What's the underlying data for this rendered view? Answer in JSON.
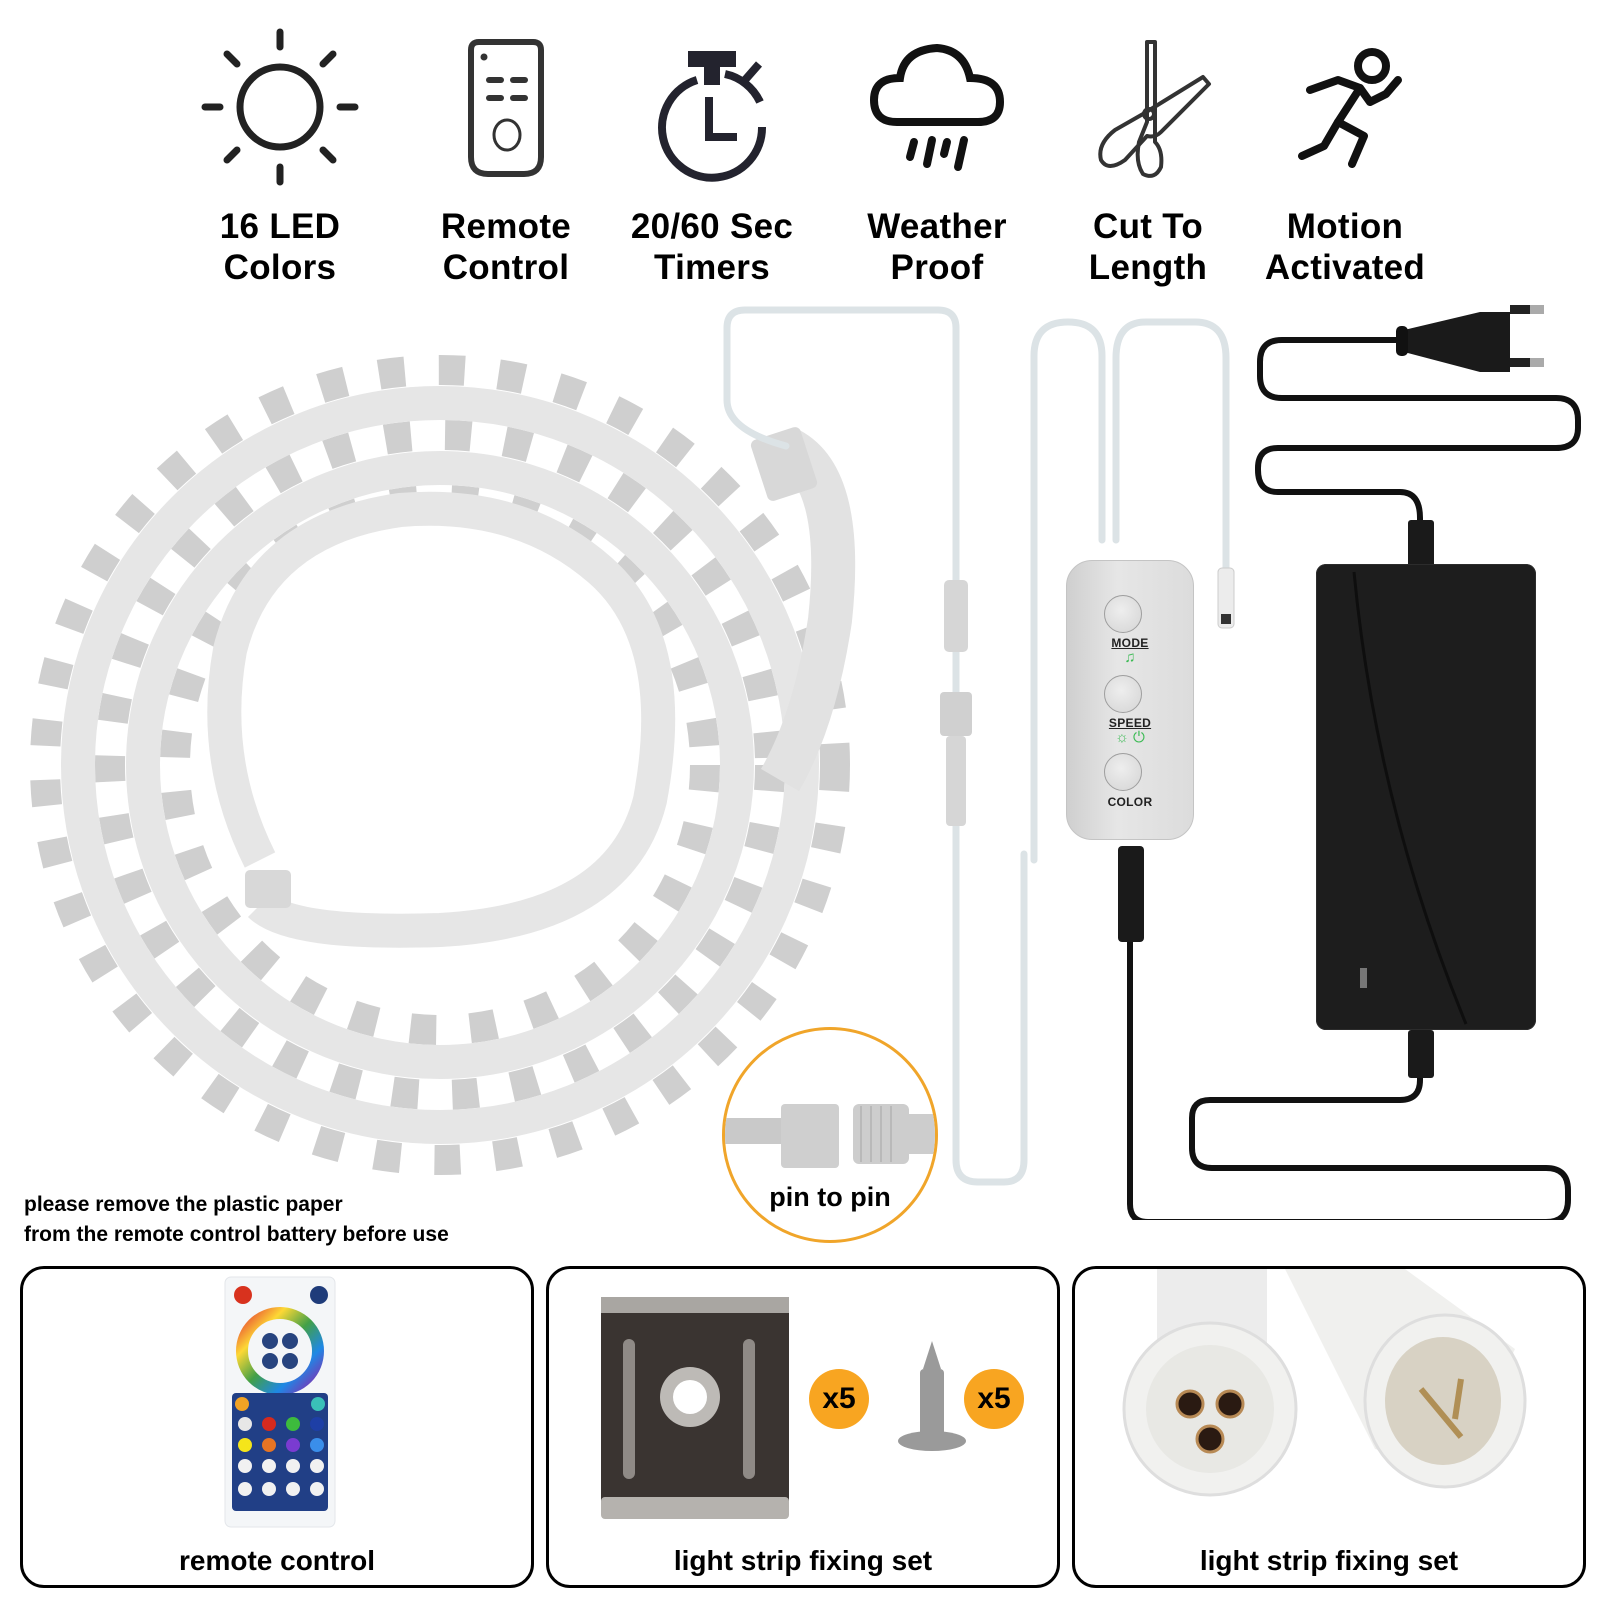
{
  "features": [
    {
      "icon": "sun-icon",
      "line1": "16 LED",
      "line2": "Colors"
    },
    {
      "icon": "remote-control-icon",
      "line1": "Remote",
      "line2": "Control"
    },
    {
      "icon": "stopwatch-icon",
      "line1": "20/60 Sec",
      "line2": "Timers"
    },
    {
      "icon": "rain-cloud-icon",
      "line1": "Weather",
      "line2": "Proof"
    },
    {
      "icon": "scissors-icon",
      "line1": "Cut To",
      "line2": "Length"
    },
    {
      "icon": "running-person-icon",
      "line1": "Motion",
      "line2": "Activated"
    }
  ],
  "controller": {
    "buttons": [
      {
        "label": "MODE",
        "symbol": "♫"
      },
      {
        "label": "SPEED",
        "symbol": "☼ ⏻"
      },
      {
        "label": "COLOR",
        "symbol": ""
      }
    ]
  },
  "callout": {
    "label": "pin to pin"
  },
  "note": {
    "line1": "please remove the plastic paper",
    "line2": "from the remote control battery before use"
  },
  "panels": [
    {
      "caption": "remote control"
    },
    {
      "caption": "light strip fixing set",
      "badges": [
        "x5",
        "x5"
      ]
    },
    {
      "caption": "light strip fixing set"
    }
  ],
  "colors": {
    "accent_orange": "#f8a521",
    "callout_ring": "#f0a52a",
    "indicator_green": "#3dbb55",
    "adapter_black": "#1d1d1d",
    "strip_gray": "#e4e4e4"
  }
}
